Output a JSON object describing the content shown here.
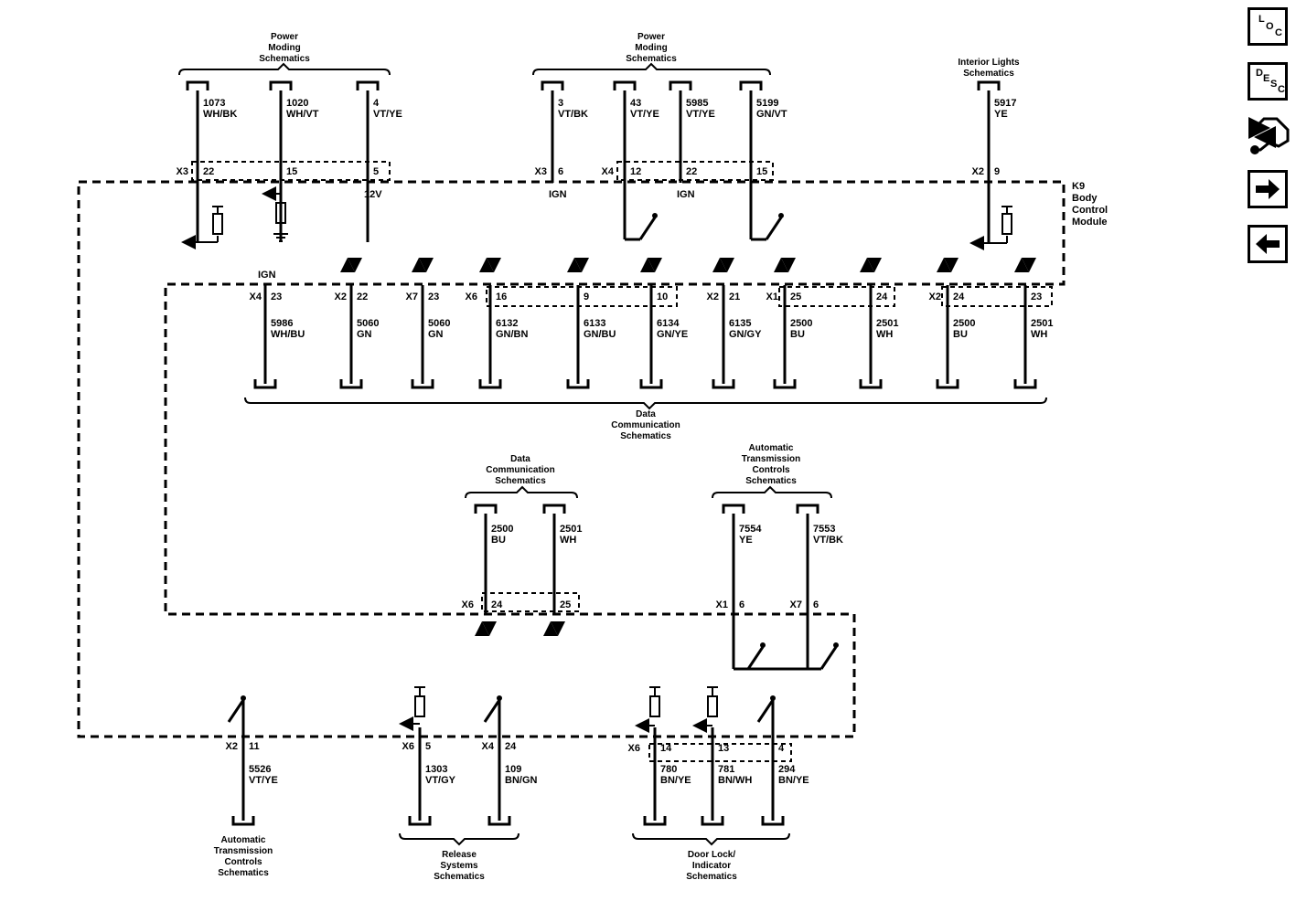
{
  "module": {
    "name": "K9",
    "l1": "Body",
    "l2": "Control",
    "l3": "Module"
  },
  "refs": {
    "pm1": [
      "Power",
      "Moding",
      "Schematics"
    ],
    "pm2": [
      "Power",
      "Moding",
      "Schematics"
    ],
    "il": [
      "Interior Lights",
      "Schematics"
    ],
    "dc_top": [
      "Data",
      "Communication",
      "Schematics"
    ],
    "dc_mid": [
      "Data",
      "Communication",
      "Schematics"
    ],
    "atc_mid": [
      "Automatic",
      "Transmission",
      "Controls",
      "Schematics"
    ],
    "atc_bot": [
      "Automatic",
      "Transmission",
      "Controls",
      "Schematics"
    ],
    "rs": [
      "Release",
      "Systems",
      "Schematics"
    ],
    "dl": [
      "Door Lock/",
      "Indicator",
      "Schematics"
    ]
  },
  "circuits": [
    {
      "id": "c1073",
      "num": "1073",
      "color": "WH/BK",
      "conn": "X3",
      "pin": "22"
    },
    {
      "id": "c1020",
      "num": "1020",
      "color": "WH/VT",
      "conn": "",
      "pin": "15"
    },
    {
      "id": "c4",
      "num": "4",
      "color": "VT/YE",
      "conn": "",
      "pin": "5",
      "extra": "12V"
    },
    {
      "id": "c3",
      "num": "3",
      "color": "VT/BK",
      "conn": "X3",
      "pin": "6",
      "extra": "IGN"
    },
    {
      "id": "c43",
      "num": "43",
      "color": "VT/YE",
      "conn": "X4",
      "pin": "12"
    },
    {
      "id": "c5985",
      "num": "5985",
      "color": "VT/YE",
      "conn": "",
      "pin": "22",
      "extra": "IGN"
    },
    {
      "id": "c5199",
      "num": "5199",
      "color": "GN/VT",
      "conn": "",
      "pin": "15"
    },
    {
      "id": "c5917",
      "num": "5917",
      "color": "YE",
      "conn": "X2",
      "pin": "9"
    },
    {
      "id": "c5986",
      "num": "5986",
      "color": "WH/BU",
      "conn": "X4",
      "pin": "23",
      "extra": "IGN"
    },
    {
      "id": "c5060a",
      "num": "5060",
      "color": "GN",
      "conn": "X2",
      "pin": "22"
    },
    {
      "id": "c5060b",
      "num": "5060",
      "color": "GN",
      "conn": "X7",
      "pin": "23"
    },
    {
      "id": "c6132",
      "num": "6132",
      "color": "GN/BN",
      "conn": "X6",
      "pin": "16"
    },
    {
      "id": "c6133",
      "num": "6133",
      "color": "GN/BU",
      "conn": "",
      "pin": "9"
    },
    {
      "id": "c6134",
      "num": "6134",
      "color": "GN/YE",
      "conn": "",
      "pin": "10"
    },
    {
      "id": "c6135",
      "num": "6135",
      "color": "GN/GY",
      "conn": "X2",
      "pin": "21"
    },
    {
      "id": "c2500a",
      "num": "2500",
      "color": "BU",
      "conn": "X1",
      "pin": "25"
    },
    {
      "id": "c2501a",
      "num": "2501",
      "color": "WH",
      "conn": "",
      "pin": "24"
    },
    {
      "id": "c2500b",
      "num": "2500",
      "color": "BU",
      "conn": "X2",
      "pin": "24"
    },
    {
      "id": "c2501b",
      "num": "2501",
      "color": "WH",
      "conn": "",
      "pin": "23"
    },
    {
      "id": "c2500c",
      "num": "2500",
      "color": "BU",
      "conn": "X6",
      "pin": "24"
    },
    {
      "id": "c2501c",
      "num": "2501",
      "color": "WH",
      "conn": "",
      "pin": "25"
    },
    {
      "id": "c7554",
      "num": "7554",
      "color": "YE",
      "conn": "X1",
      "pin": "6"
    },
    {
      "id": "c7553",
      "num": "7553",
      "color": "VT/BK",
      "conn": "X7",
      "pin": "6"
    },
    {
      "id": "c5526",
      "num": "5526",
      "color": "VT/YE",
      "conn": "X2",
      "pin": "11"
    },
    {
      "id": "c1303",
      "num": "1303",
      "color": "VT/GY",
      "conn": "X6",
      "pin": "5"
    },
    {
      "id": "c109",
      "num": "109",
      "color": "BN/GN",
      "conn": "X4",
      "pin": "24"
    },
    {
      "id": "c780",
      "num": "780",
      "color": "BN/YE",
      "conn": "X6",
      "pin": "14"
    },
    {
      "id": "c781",
      "num": "781",
      "color": "BN/WH",
      "conn": "",
      "pin": "13"
    },
    {
      "id": "c294",
      "num": "294",
      "color": "BN/YE",
      "conn": "",
      "pin": "4"
    }
  ],
  "nav": {
    "loc": {
      "l1": "L",
      "l2": "O",
      "l3": "C",
      "icon": "loc-icon"
    },
    "desc": {
      "l1": "D",
      "l2": "E",
      "l3": "S",
      "l4": "C",
      "icon": "desc-icon"
    },
    "connector_icon": "connector-icon",
    "next_icon": "arrow-right-icon",
    "prev_icon": "arrow-left-icon"
  }
}
